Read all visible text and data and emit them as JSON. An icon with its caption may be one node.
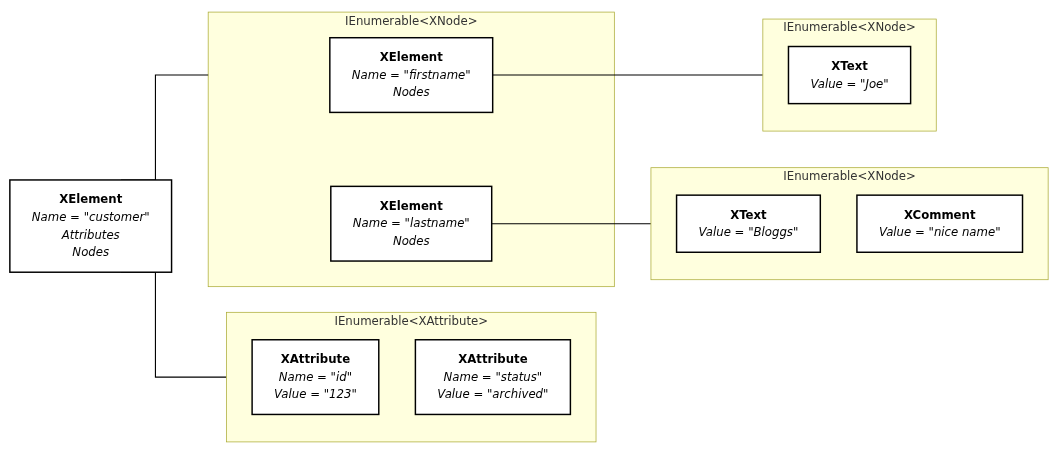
{
  "diagram": {
    "nodes": [
      {
        "text": [
          "XElement",
          "Name = \"customer\"",
          "Attributes",
          "Nodes"
        ]
      },
      {
        "text": [
          "IEnumerable<XAttribute>"
        ]
      },
      {
        "text": [
          "XAttribute",
          "Name = \"id\"",
          "Value = \"123\""
        ],
        "in": 1
      },
      {
        "text": [
          "XAttribute",
          "Name = \"status\"",
          "Value = \"archived\""
        ],
        "in": 1
      },
      {
        "text": [
          "IEnumerable<XNode>"
        ]
      },
      {
        "text": [
          "XElement",
          "Name = \"firstname\"",
          "Nodes"
        ],
        "in": 4
      },
      {
        "text": [
          "XElement",
          "Name = \"lastname\"",
          "Nodes"
        ],
        "in": 4
      },
      {
        "text": [
          "IEnumerable<XNode>"
        ]
      },
      {
        "text": [
          "XText",
          "Value = \"Joe\""
        ],
        "in": 7
      },
      {
        "text": [
          "IEnumerable<XNode>"
        ]
      },
      {
        "text": [
          "XText",
          "Value = \"Bloggs\""
        ],
        "in": 9
      },
      {
        "text": [
          "XComment",
          "Value = \"nice name\""
        ],
        "in": 9
      }
    ],
    "edges": [
      {
        "from": 0,
        "to": 1,
        "arrow": "none"
      },
      {
        "from": 0,
        "to": 4,
        "arrow": "none"
      },
      {
        "from": 5,
        "to": 7,
        "arrow": "none"
      },
      {
        "from": 6,
        "to": 9,
        "arrow": "none"
      }
    ]
  }
}
